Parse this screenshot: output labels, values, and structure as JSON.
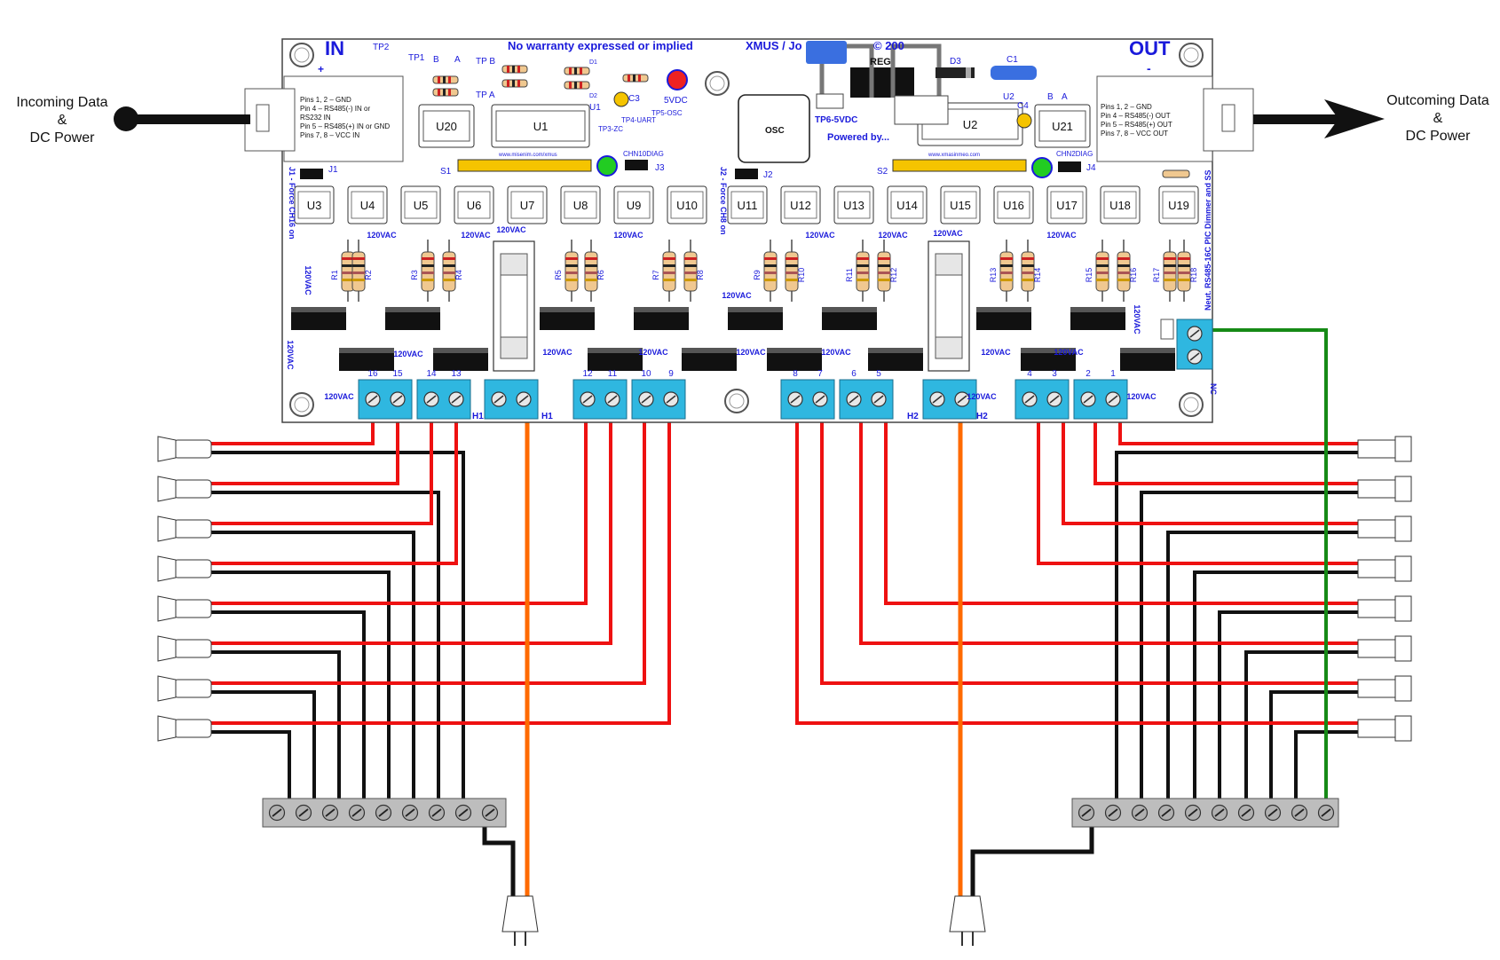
{
  "labels": {
    "incoming_line1": "Incoming Data",
    "incoming_line2": "&",
    "incoming_line3": "DC Power",
    "outgoing_line1": "Outcoming Data",
    "outgoing_line2": "&",
    "outgoing_line3": "DC Power"
  },
  "board": {
    "in_title": "IN",
    "out_title": "OUT",
    "warranty": "No warranty expressed or implied",
    "xmus": "XMUS / Jo",
    "copyright": "© 200",
    "powered_by": "Powered by...",
    "osc": "OSC",
    "reg": "REG",
    "tp6": "TP6-5VDC",
    "tp5": "TP5-OSC",
    "tp4": "TP4-UART",
    "tp3": "TP3-ZC",
    "tp2": "TP2",
    "tp1": "TP1",
    "tpb": "TP B",
    "tpa": "TP A",
    "label_b": "B",
    "label_a": "A",
    "vdc5": "5VDC",
    "d1": "D1",
    "d2": "D2",
    "d3": "D3",
    "c1": "C1",
    "c3": "C3",
    "c4": "C4",
    "u1_small": "U1",
    "u2_small": "U2",
    "j1": "J1",
    "j2": "J2",
    "j3": "J3",
    "j4": "J4",
    "s1": "S1",
    "s2": "S2",
    "chn10diag": "CHN10DIAG",
    "chn2diag": "CHN2DIAG",
    "url1": "www.misenim.com/xmus",
    "url2": "www.xmasinmeo.com",
    "j1_force": "J1 - Force CH16 on",
    "j2_force": "J2 - Force CH8 on",
    "board_name": "Neut. RS485-16C PIC Dimmer and SS",
    "plus": "+",
    "minus": "-",
    "v120": "120VAC",
    "h1": "H1",
    "h2": "H2",
    "nc": "NC",
    "in_pins": [
      "Pins 1, 2 – GND",
      "Pin 4 – RS485(-) IN or",
      "RS232 IN",
      "Pin 5 – RS485(+) IN or GND",
      "Pins 7, 8 – VCC IN"
    ],
    "out_pins": [
      "Pins 1, 2 – GND",
      "Pin 4 – RS485(-) OUT",
      "Pin 5 – RS485(+) OUT",
      "Pins 7, 8 – VCC OUT"
    ]
  },
  "chips_top": [
    "U20",
    "U1",
    "OSC",
    "U2",
    "U21"
  ],
  "chips_row": [
    "U3",
    "U4",
    "U5",
    "U6",
    "U7",
    "U8",
    "U9",
    "U10",
    "U11",
    "U12",
    "U13",
    "U14",
    "U15",
    "U16",
    "U17",
    "U18",
    "U19"
  ],
  "resistors": [
    "R1",
    "R2",
    "R3",
    "R4",
    "R5",
    "R6",
    "R7",
    "R8",
    "R9",
    "R10",
    "R11",
    "R12",
    "R13",
    "R14",
    "R15",
    "R16",
    "R17",
    "R18"
  ],
  "terminal_numbers": [
    "16",
    "15",
    "14",
    "13",
    "12",
    "11",
    "10",
    "9",
    "8",
    "7",
    "6",
    "5",
    "4",
    "3",
    "2",
    "1"
  ],
  "colors": {
    "board_fill": "#ffffff",
    "board_text": "#1a1adb",
    "terminal": "#2fb7e0",
    "hot_wire": "#ee1111",
    "neutral_wire": "#111111",
    "h_wire": "#ff6a00",
    "ground_wire": "#168a16",
    "chip_yellow": "#f5c400",
    "led_green": "#22cc22",
    "led_red": "#ee2222",
    "bus_gray": "#9a9a9a"
  }
}
